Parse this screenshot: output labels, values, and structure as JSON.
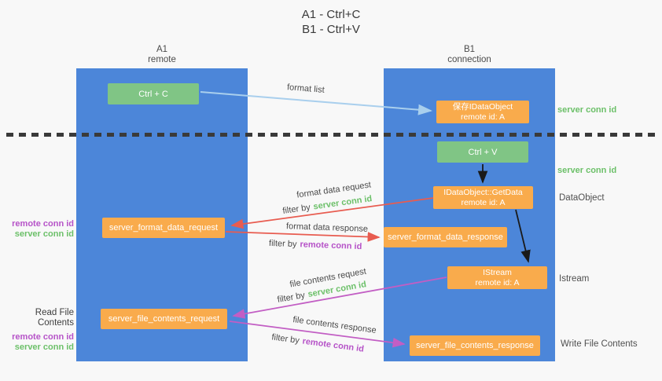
{
  "title": {
    "line1": "A1 - Ctrl+C",
    "line2": "B1 - Ctrl+V"
  },
  "columns": {
    "left": {
      "name": "A1",
      "role": "remote"
    },
    "right": {
      "name": "B1",
      "role": "connection"
    }
  },
  "nodes": {
    "ctrl_c": {
      "label": "Ctrl + C"
    },
    "ctrl_v": {
      "label": "Ctrl + V"
    },
    "save_dataobject": {
      "line1": "保存IDataObject",
      "line2": "remote id: A"
    },
    "getdata": {
      "line1": "IDataObject::GetData",
      "line2": "remote id: A"
    },
    "istream": {
      "line1": "IStream",
      "line2": "remote id: A"
    },
    "format_request": {
      "label": "server_format_data_request"
    },
    "format_response": {
      "label": "server_format_data_response"
    },
    "file_request": {
      "label": "server_file_contents_request"
    },
    "file_response": {
      "label": "server_file_contents_response"
    }
  },
  "arrows": {
    "format_list": {
      "label": "format list"
    },
    "format_data_request": {
      "label": "format data request",
      "filter_prefix": "filter by",
      "filter_key": "server conn id"
    },
    "format_data_response": {
      "label": "format data response",
      "filter_prefix": "filter by",
      "filter_key": "remote conn id"
    },
    "file_contents_request": {
      "label": "file contents request",
      "filter_prefix": "filter by",
      "filter_key": "server conn id"
    },
    "file_contents_response": {
      "label": "file contents response",
      "filter_prefix": "filter by",
      "filter_key": "remote conn id"
    }
  },
  "side_labels": {
    "server_conn_id_top": "server conn id",
    "server_conn_id_mid": "server conn id",
    "dataobject": "DataObject",
    "istream": "Istream",
    "write_file_contents": "Write File Contents",
    "read_file_contents": "Read File Contents",
    "format_request_ids": {
      "remote": "remote conn id",
      "server": "server conn id"
    },
    "file_request_ids": {
      "remote": "remote conn id",
      "server": "server conn id"
    }
  },
  "colors": {
    "background": "#f8f8f8",
    "column_blue": "#4c86d9",
    "box_green": "#80c585",
    "box_orange": "#f9ab4c",
    "arrow_red": "#e85c50",
    "arrow_magenta": "#c25ec4",
    "arrow_lightblue": "#a9cfed",
    "arrow_black": "#1a1a1a",
    "text_green": "#6cc069",
    "text_purple": "#b653c8",
    "dash_line": "#3a3a3a"
  }
}
